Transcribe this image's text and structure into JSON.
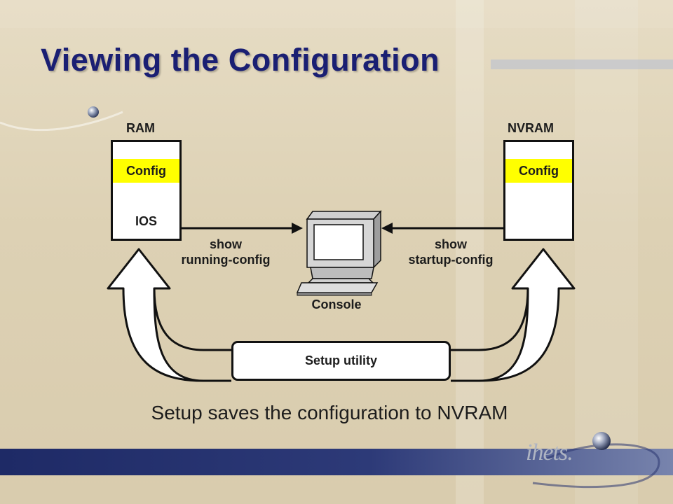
{
  "slide": {
    "title": "Viewing the Configuration",
    "caption": "Setup saves the configuration to NVRAM"
  },
  "diagram": {
    "ram": {
      "label": "RAM",
      "config_label": "Config",
      "ios_label": "IOS"
    },
    "nvram": {
      "label": "NVRAM",
      "config_label": "Config"
    },
    "console": {
      "label": "Console",
      "icon": "computer-terminal-icon"
    },
    "left_command": {
      "line1": "show",
      "line2": "running-config"
    },
    "right_command": {
      "line1": "show",
      "line2": "startup-config"
    },
    "setup_utility": {
      "label": "Setup utility"
    }
  },
  "branding": {
    "logo_text": "ihets."
  },
  "colors": {
    "title": "#1a1f73",
    "config_highlight": "#ffff00",
    "footer_band": "#2a3570",
    "background": "#ddd1b4"
  }
}
